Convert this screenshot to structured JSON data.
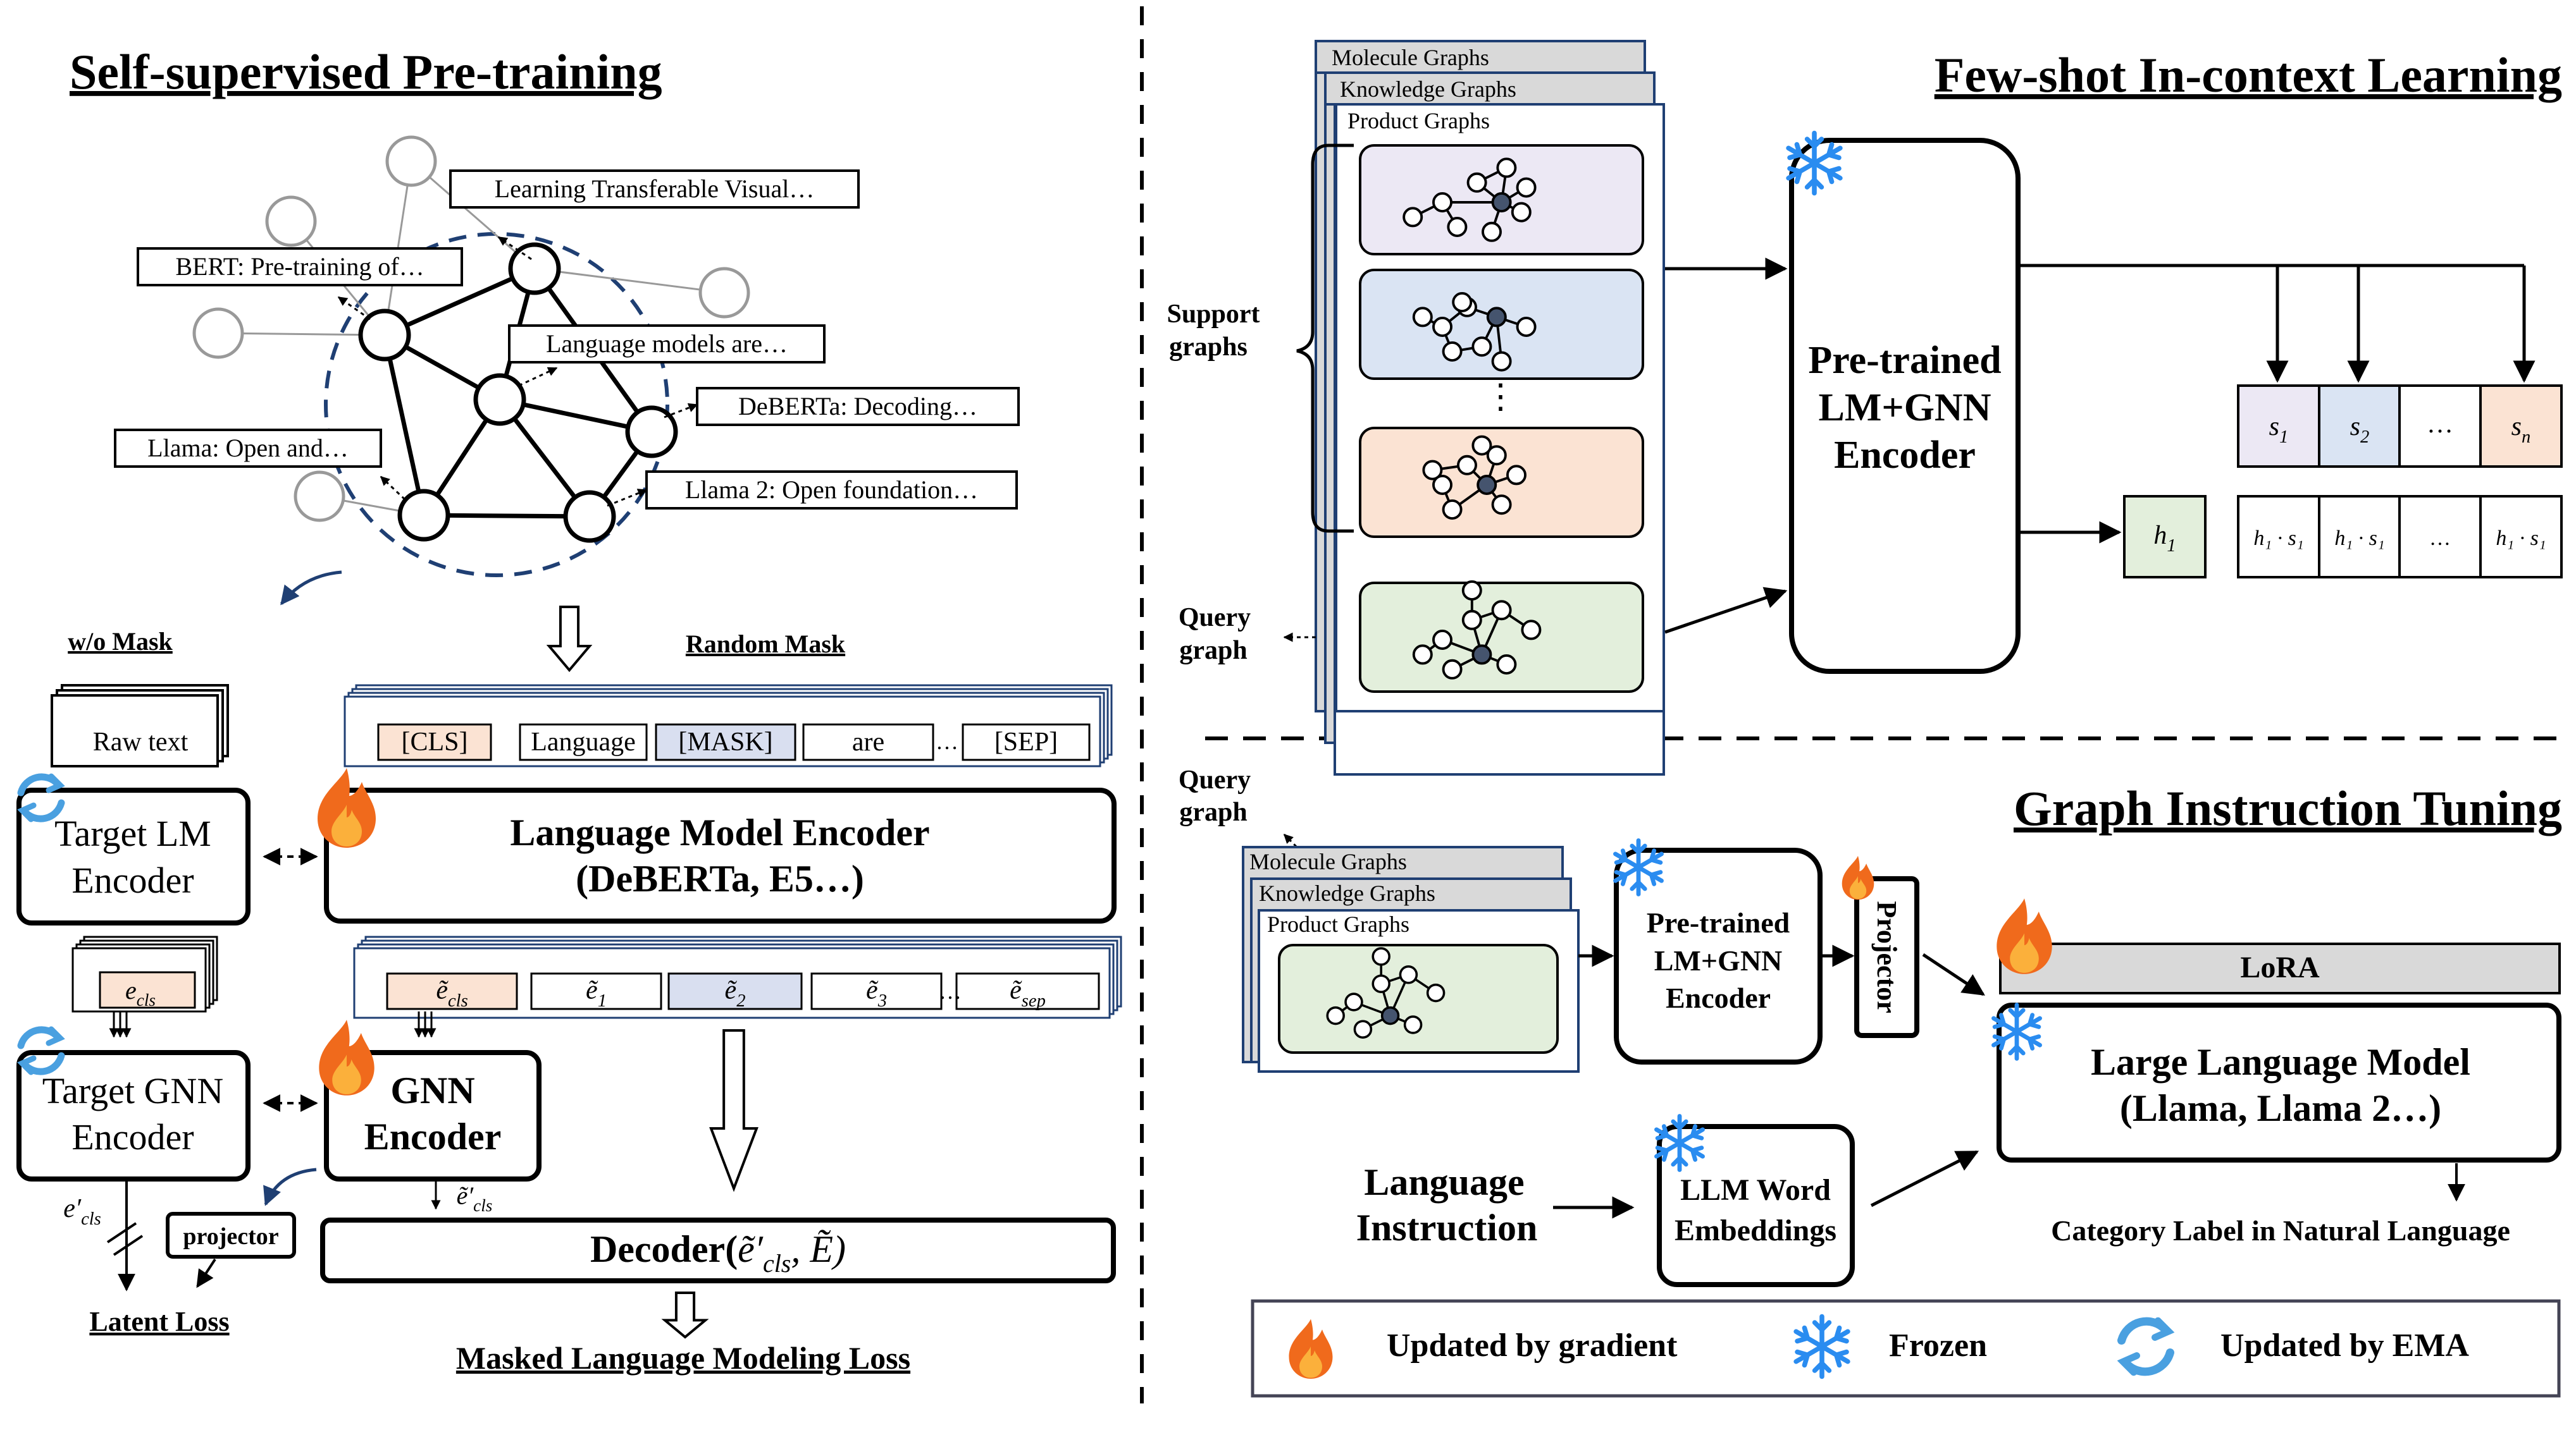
{
  "sections": {
    "pretraining": "Self-supervised Pre-training",
    "fewshot": "Few-shot In-context Learning",
    "instruction": "Graph Instruction Tuning"
  },
  "citation_graph": {
    "labels": [
      "Learning Transferable Visual…",
      "BERT: Pre-training of…",
      "Language models are…",
      "DeBERTa: Decoding…",
      "Llama: Open and…",
      "Llama 2: Open foundation…"
    ]
  },
  "pretrain": {
    "wo_mask": "w/o Mask",
    "random_mask": "Random Mask",
    "raw_text": "Raw text",
    "target_lm": [
      "Target LM",
      "Encoder"
    ],
    "target_gnn": [
      "Target GNN",
      "Encoder"
    ],
    "lm_encoder": [
      "Language Model Encoder",
      "(DeBERTa, E5…)"
    ],
    "gnn_encoder": [
      "GNN",
      "Encoder"
    ],
    "tokens": [
      "[CLS]",
      "Language",
      "[MASK]",
      "are",
      "[SEP]"
    ],
    "embed_tokens": [
      "ẽ",
      "ẽ",
      "ẽ",
      "ẽ",
      "ẽ"
    ],
    "embed_subs": [
      "cls",
      "1",
      "2",
      "3",
      "sep"
    ],
    "ecls": "e",
    "ecls_sub": "cls",
    "ecls_prime": "e′",
    "ecls_prime_sub": "cls",
    "ecls_tilde_prime": "ẽ′",
    "ecls_tilde_prime_sub": "cls",
    "projector": "projector",
    "decoder": "Decoder(",
    "decoder_arg": "ẽ′",
    "decoder_sub": "cls",
    "decoder_rest": ", Ẽ)",
    "latent_loss": "Latent Loss",
    "mlm_loss": "Masked Language Modeling Loss",
    "ellipsis": "…"
  },
  "fewshot": {
    "graph_stack": [
      "Molecule Graphs",
      "Knowledge Graphs",
      "Product Graphs"
    ],
    "support": [
      "Support",
      "graphs"
    ],
    "query": [
      "Query",
      "graph"
    ],
    "encoder": [
      "Pre-trained",
      "LM+GNN",
      "Encoder"
    ],
    "s_cells": [
      "s",
      "s",
      "…",
      "s"
    ],
    "s_subs": [
      "1",
      "2",
      "",
      "n"
    ],
    "h1": "h",
    "h1_sub": "1",
    "hs_cells": [
      "h₁ · s₁",
      "h₁ · s₁",
      "…",
      "h₁ · s₁"
    ],
    "vdots": "⋮"
  },
  "instruction": {
    "query": [
      "Query",
      "graph"
    ],
    "graph_stack": [
      "Molecule Graphs",
      "Knowledge Graphs",
      "Product Graphs"
    ],
    "encoder": [
      "Pre-trained",
      "LM+GNN",
      "Encoder"
    ],
    "projector": "Projector",
    "lora": "LoRA",
    "llm": [
      "Large Language Model",
      "(Llama, Llama 2…)"
    ],
    "lang_instr": [
      "Language",
      "Instruction"
    ],
    "word_emb": [
      "LLM Word",
      "Embeddings"
    ],
    "output": "Category Label in Natural Language"
  },
  "legend": [
    {
      "icon": "fire-icon",
      "label": "Updated by gradient"
    },
    {
      "icon": "snowflake-icon",
      "label": "Frozen"
    },
    {
      "icon": "ema-cycle-icon",
      "label": "Updated by EMA"
    }
  ],
  "colors": {
    "title_blue": "#1f3f73",
    "peach": "#fbe3d3",
    "lavender": "#d9dff0",
    "light_blue": "#dae4f3",
    "light_purple": "#ece8f4",
    "light_green": "#e3efdc",
    "node_fill": "#45546e",
    "gray": "#d9d9d9",
    "fire": "#f06a1c",
    "snow": "#2a8cf0",
    "ema": "#4aa0e0"
  }
}
